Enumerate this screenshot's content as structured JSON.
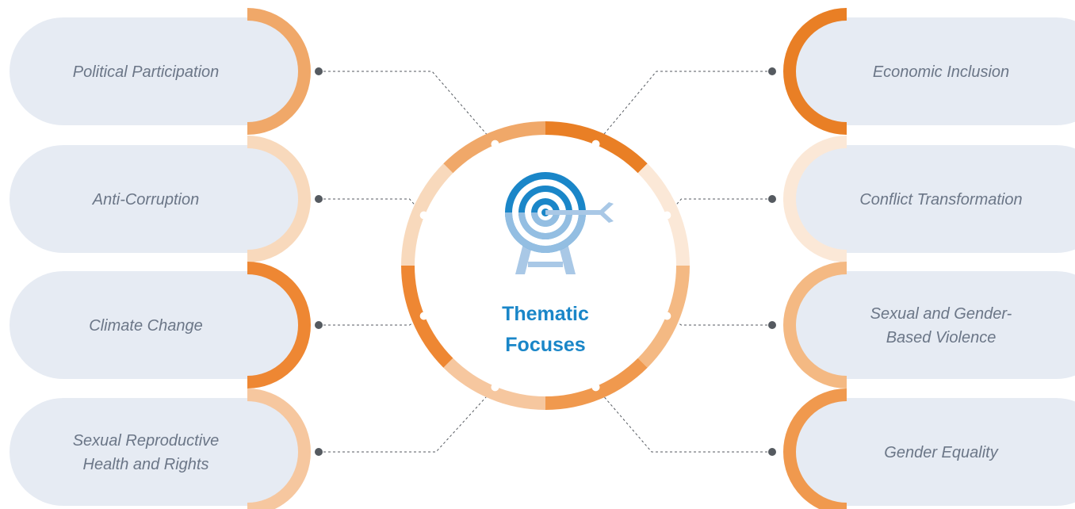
{
  "center": {
    "line1": "Thematic",
    "line2": "Focuses",
    "icon": "target-with-arrow-icon"
  },
  "colors": {
    "pill_fill": "#e6ebf3",
    "connector": "#555a60",
    "title": "#1a86c8",
    "label": "#6b7687",
    "target_blue": "#1a86c8",
    "target_light_blue": "#a9c8e6"
  },
  "topics_left": [
    {
      "lines": [
        "Political Participation"
      ],
      "color": "#f0a869"
    },
    {
      "lines": [
        "Anti-Corruption"
      ],
      "color": "#f8d9bc"
    },
    {
      "lines": [
        "Climate Change"
      ],
      "color": "#ee8733"
    },
    {
      "lines": [
        "Sexual Reproductive",
        "Health and Rights"
      ],
      "color": "#f6c79f"
    }
  ],
  "topics_right": [
    {
      "lines": [
        "Economic Inclusion"
      ],
      "color": "#e97f25"
    },
    {
      "lines": [
        "Conflict Transformation"
      ],
      "color": "#fbe8d7"
    },
    {
      "lines": [
        "Sexual and Gender-",
        "Based Violence"
      ],
      "color": "#f4b983"
    },
    {
      "lines": [
        "Gender Equality"
      ],
      "color": "#f0994e"
    }
  ]
}
